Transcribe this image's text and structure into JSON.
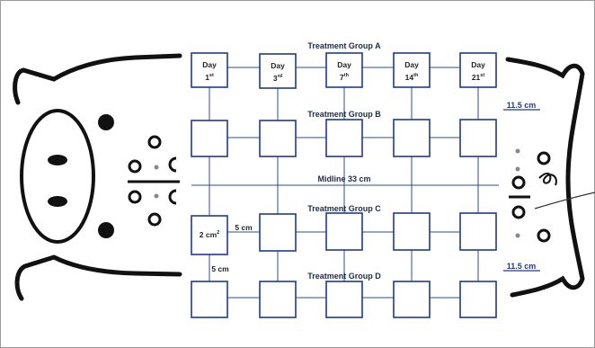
{
  "groups": {
    "a": "Treatment Group A",
    "b": "Treatment Group B",
    "c": "Treatment Group C",
    "d": "Treatment Group D"
  },
  "days": [
    {
      "word": "Day",
      "num": "1",
      "sup": "st"
    },
    {
      "word": "Day",
      "num": "3",
      "sup": "rd"
    },
    {
      "word": "Day",
      "num": "7",
      "sup": "th"
    },
    {
      "word": "Day",
      "num": "14",
      "sup": "th"
    },
    {
      "word": "Day",
      "num": "21",
      "sup": "st"
    }
  ],
  "midline": "Midline  33 cm",
  "square_area": {
    "value": "2 cm",
    "sup": "2"
  },
  "spacing_h": "5 cm",
  "spacing_v": "5 cm",
  "width_top": "11.5  cm",
  "width_bottom": "11.5  cm",
  "colors": {
    "grid": "#2e4d8f",
    "squares": "#1f3a8a",
    "outline": "#111111"
  }
}
